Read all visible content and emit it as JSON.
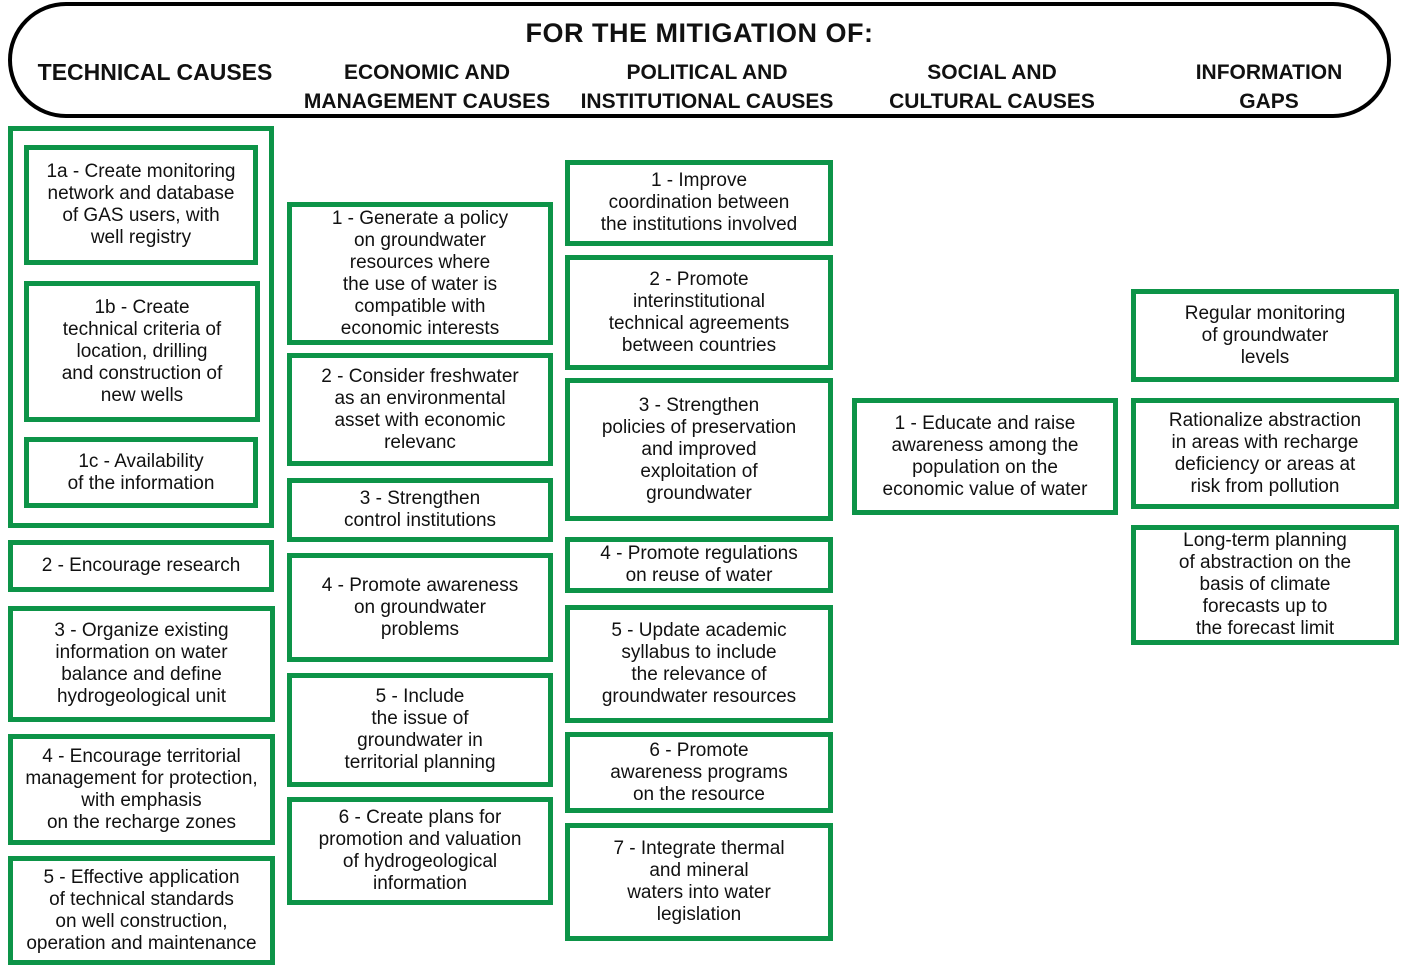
{
  "title": "FOR THE MITIGATION OF:",
  "colors": {
    "box_border_green": "#0d9448",
    "header_border_black": "#000000",
    "text": "#111111"
  },
  "columns": [
    {
      "header": "TECHNICAL CAUSES",
      "group_items": [
        {
          "id": "1a",
          "text": "1a - Create monitoring\nnetwork and database\nof GAS users, with\nwell registry"
        },
        {
          "id": "1b",
          "text": "1b - Create\ntechnical criteria of\nlocation, drilling\nand construction of\nnew wells"
        },
        {
          "id": "1c",
          "text": "1c - Availability\nof the information"
        }
      ],
      "items": [
        {
          "id": "2",
          "text": "2 - Encourage research"
        },
        {
          "id": "3",
          "text": "3 - Organize existing\ninformation on water\nbalance and define\nhydrogeological unit"
        },
        {
          "id": "4",
          "text": "4 - Encourage territorial\nmanagement for protection,\nwith emphasis\non the recharge zones"
        },
        {
          "id": "5",
          "text": "5 - Effective application\nof technical standards\non well construction,\noperation and maintenance"
        }
      ]
    },
    {
      "header": "ECONOMIC AND\nMANAGEMENT CAUSES",
      "items": [
        {
          "id": "1",
          "text": "1 - Generate a policy\non groundwater\nresources where\nthe use of water is\ncompatible with\neconomic interests"
        },
        {
          "id": "2",
          "text": "2 - Consider freshwater\nas an environmental\nasset with economic\nrelevanc"
        },
        {
          "id": "3",
          "text": "3 - Strengthen\ncontrol institutions"
        },
        {
          "id": "4",
          "text": "4 - Promote awareness\non groundwater\nproblems"
        },
        {
          "id": "5",
          "text": "5 - Include\nthe issue of\ngroundwater in\nterritorial planning"
        },
        {
          "id": "6",
          "text": "6 - Create plans for\npromotion and valuation\nof hydrogeological\ninformation"
        }
      ]
    },
    {
      "header": "POLITICAL AND\nINSTITUTIONAL CAUSES",
      "items": [
        {
          "id": "1",
          "text": "1 - Improve\ncoordination between\nthe institutions involved"
        },
        {
          "id": "2",
          "text": "2 - Promote\ninterinstitutional\ntechnical agreements\nbetween countries"
        },
        {
          "id": "3",
          "text": "3 - Strengthen\npolicies of preservation\nand improved\nexploitation of\ngroundwater"
        },
        {
          "id": "4",
          "text": "4 - Promote regulations\non reuse of water"
        },
        {
          "id": "5",
          "text": "5 - Update academic\nsyllabus to include\nthe relevance of\ngroundwater resources"
        },
        {
          "id": "6",
          "text": "6 - Promote\nawareness programs\non the resource"
        },
        {
          "id": "7",
          "text": "7 - Integrate thermal\nand mineral\nwaters into water\nlegislation"
        }
      ]
    },
    {
      "header": "SOCIAL AND\nCULTURAL CAUSES",
      "items": [
        {
          "id": "1",
          "text": "1 - Educate and raise\nawareness among the\npopulation on the\neconomic value of water"
        }
      ]
    },
    {
      "header": "INFORMATION\nGAPS",
      "items": [
        {
          "id": "regular-monitoring",
          "text": "Regular monitoring\nof groundwater\nlevels"
        },
        {
          "id": "rationalize-abstraction",
          "text": "Rationalize abstraction\nin areas with recharge\ndeficiency or areas at\nrisk from pollution"
        },
        {
          "id": "long-term-planning",
          "text": "Long-term planning\nof abstraction on the\nbasis of climate\nforecasts up to\nthe forecast limit"
        }
      ]
    }
  ]
}
